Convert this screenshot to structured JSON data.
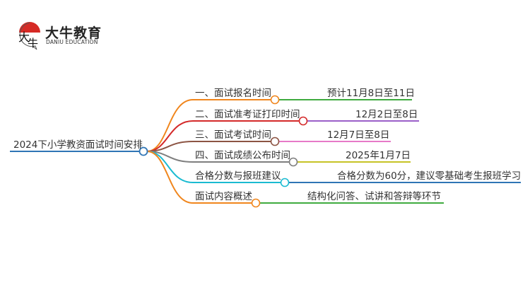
{
  "logo": {
    "title": "大牛教育",
    "subtitle": "DANIU EDUCATION",
    "mark_text": "大牛",
    "brand_color": "#d62a25"
  },
  "root": {
    "label": "2024下小学教资面试时间安排",
    "color": "#2f75b5"
  },
  "branches": [
    {
      "label": "一、面试报名时间",
      "value": "预计11月8日至11日",
      "color": "#f0861d",
      "child_color": "#3fab3f"
    },
    {
      "label": "二、面试准考证打印时间",
      "value": "12月2日至8日",
      "color": "#d42a2a",
      "child_color": "#9b5fc8"
    },
    {
      "label": "三、面试考试时间",
      "value": "12月7日至8日",
      "color": "#8c5443",
      "child_color": "#e77ac8"
    },
    {
      "label": "四、面试成绩公布时间",
      "value": "2025年1月7日",
      "color": "#7f7f7f",
      "child_color": "#c7c326"
    },
    {
      "label": "合格分数与报班建议",
      "value": "合格分数为60分，建议零基础考生报班学习",
      "color": "#1bbbd1",
      "child_color": "#2f75b5"
    },
    {
      "label": "面试内容概述",
      "value": "结构化问答、试讲和答辩等环节",
      "color": "#f0861d",
      "child_color": "#3fab3f"
    }
  ]
}
